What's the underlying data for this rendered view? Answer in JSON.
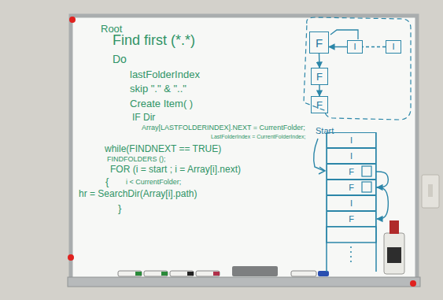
{
  "diagram": {
    "nodes": [
      {
        "text": [
          "F"
        ]
      },
      {
        "text": [
          "I"
        ]
      },
      {
        "text": [
          "I"
        ]
      },
      {
        "text": [
          "F"
        ]
      },
      {
        "text": [
          "F"
        ]
      },
      {
        "text": [
          "I"
        ]
      },
      {
        "text": [
          "I"
        ]
      },
      {
        "text": [
          "F"
        ]
      },
      {
        "text": [
          "F"
        ]
      },
      {
        "text": [
          "I"
        ]
      },
      {
        "text": [
          "F"
        ]
      }
    ],
    "edges": [
      {
        "from": 1,
        "to": 0,
        "arrow": "to"
      },
      {
        "from": 2,
        "to": 1,
        "arrow": "none"
      },
      {
        "from": 0,
        "to": 3,
        "arrow": "to"
      },
      {
        "from": 3,
        "to": 4,
        "arrow": "to"
      },
      {
        "from": 7,
        "to": 8,
        "arrow": "to"
      },
      {
        "from": 8,
        "to": 10,
        "arrow": "to"
      }
    ],
    "labels": [
      "Root",
      "Find first (*.*)",
      "Do",
      "lastFolderIndex",
      "skip \".\" & \"..\"",
      "Create Item( )",
      "IF Dir",
      "Array[LASTFOLDERINDEX].NEXT = CurrentFolder;",
      "LastFolderIndex = CurrentFolderIndex;",
      "while(FINDNEXT == TRUE)",
      "FINDFOLDERS ();",
      "FOR (i = start ; i = Array[i].next)",
      "{",
      "i < CurrentFolder;",
      "hr = SearchDir(Array[i].path)",
      "}",
      "Start"
    ]
  }
}
